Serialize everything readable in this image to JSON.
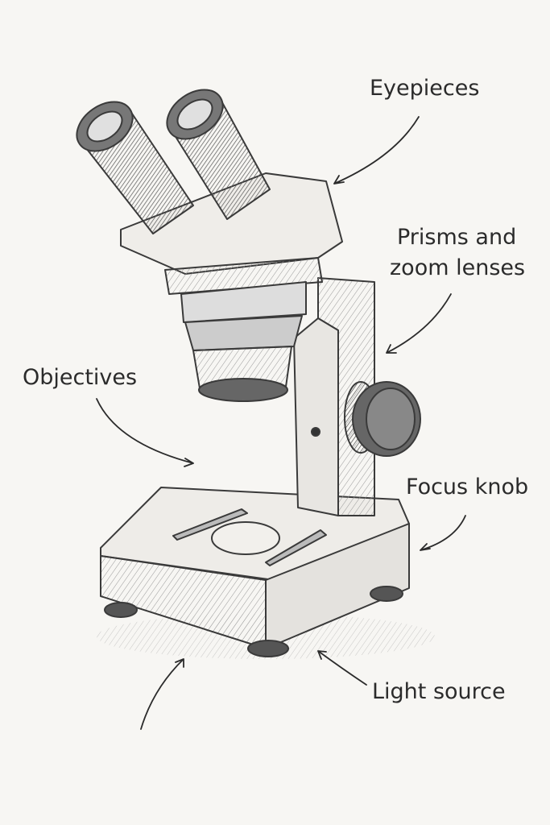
{
  "labels": {
    "eyepieces": "Eyepieces",
    "prisms_line1": "Prisms and",
    "prisms_line2": "zoom lenses",
    "objectives": "Objectives",
    "focus_knob": "Focus knob",
    "light_source": "Light source"
  },
  "colors": {
    "background": "#f7f6f3",
    "ink": "#2b2b2b",
    "pencil": "#555555"
  }
}
